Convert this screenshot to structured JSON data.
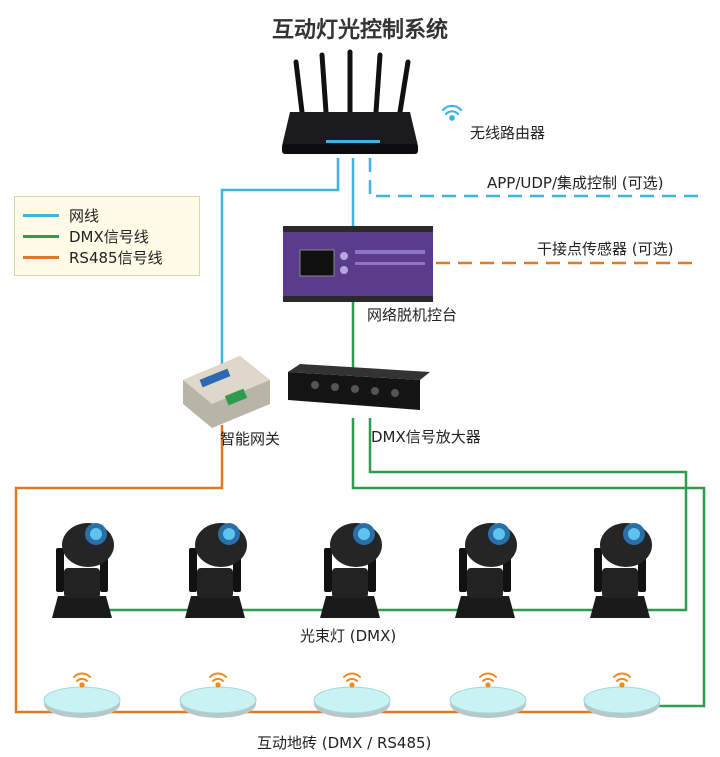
{
  "title": "互动灯光控制系统",
  "colors": {
    "network": "#3fb5dc",
    "dmx": "#2e9b4e",
    "rs485": "#e07a22",
    "wifi": "#f08a1d"
  },
  "legend": [
    {
      "label": "网线",
      "color": "#3fb5dc"
    },
    {
      "label": "DMX信号线",
      "color": "#2e9b4e"
    },
    {
      "label": "RS485信号线",
      "color": "#e07a22"
    }
  ],
  "devices": {
    "router": "无线路由器",
    "app_udp": "APP/UDP/集成控制 (可选)",
    "dry_contact": "干接点传感器 (可选)",
    "controller": "网络脱机控台",
    "gateway": "智能网关",
    "amplifier": "DMX信号放大器",
    "beam_lights": "光束灯 (DMX)",
    "floor_tiles": "互动地砖 (DMX / RS485)"
  }
}
